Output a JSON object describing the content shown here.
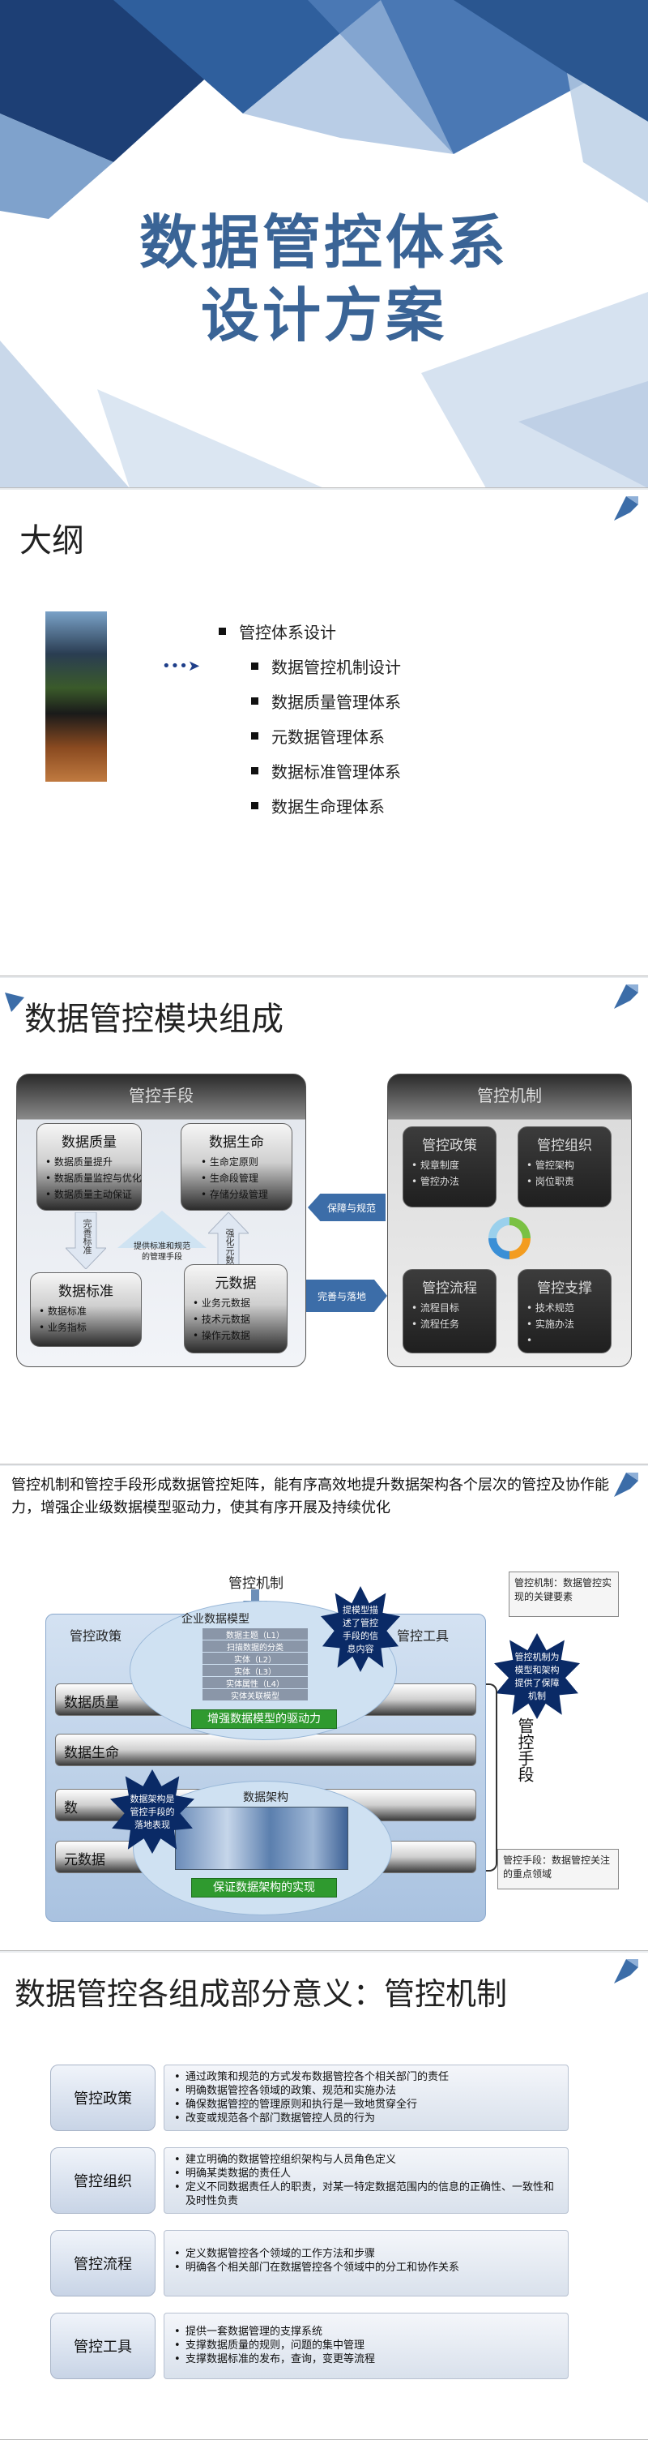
{
  "slide1": {
    "title_line1": "数据管控体系",
    "title_line2": "设计方案"
  },
  "slide2": {
    "title": "大纲",
    "items": [
      "管控体系设计",
      "数据管控机制设计",
      "数据质量管理体系",
      "元数据管理体系",
      "数据标准管理体系",
      "数据生命理体系"
    ]
  },
  "slide3": {
    "title": "数据管控模块组成",
    "left_panel": "管控手段",
    "right_panel": "管控机制",
    "quality": {
      "title": "数据质量",
      "items": [
        "数据质量提升",
        "数据质量监控与优化",
        "数据质量主动保证"
      ]
    },
    "lifecycle": {
      "title": "数据生命",
      "items": [
        "生命定原则",
        "生命段管理",
        "存储分级管理"
      ]
    },
    "standard": {
      "title": "数据标准",
      "items": [
        "数据标准",
        "业务指标"
      ]
    },
    "meta": {
      "title": "元数据",
      "items": [
        "业务元数据",
        "技术元数据",
        "操作元数据"
      ]
    },
    "arrow_improve": "完善标准",
    "arrow_provide": "提供标准和规范的管理手段",
    "arrow_strengthen": "强化元数据",
    "arrow_guarantee": "保障与规范",
    "arrow_complete": "完善与落地",
    "policy": {
      "title": "管控政策",
      "items": [
        "规章制度",
        "管控办法"
      ]
    },
    "org": {
      "title": "管控组织",
      "items": [
        "管控架构",
        "岗位职责"
      ]
    },
    "process": {
      "title": "管控流程",
      "items": [
        "流程目标",
        "流程任务"
      ]
    },
    "support": {
      "title": "管控支撑",
      "items": [
        "技术规范",
        "实施办法",
        ""
      ]
    }
  },
  "slide4": {
    "intro": "管控机制和管控手段形成数据管控矩阵，能有序高效地提升数据架构各个层次的管控及协作能力，增强企业级数据模型驱动力，使其有序开展及持续优化",
    "mechanism": "管控机制",
    "policy": "管控政策",
    "tools": "管控工具",
    "model_title": "企业数据模型",
    "model_layers": [
      "数据主题（L1）",
      "扫描数据的分类",
      "实体（L2）",
      "实体（L3）",
      "实体属性（L4）",
      "实体关联模型"
    ],
    "model_green": "增强数据模型的驱动力",
    "arch_title": "数据架构",
    "arch_green": "保证数据架构的实现",
    "bars": [
      "数据质量",
      "数据生命",
      "数",
      "元数据"
    ],
    "burst_model": "提模型描述了管控手段的信息内容",
    "burst_arch": "数据架构是管控手段的落地表现",
    "burst_mech": "管控机制为模型和架构提供了保障机制",
    "means_label": "管控手段",
    "note_top": "管控机制：数据管控实现的关键要素",
    "note_bottom": "管控手段：数据管控关注的重点领域"
  },
  "slide5": {
    "title": "数据管控各组成部分意义：管控机制",
    "rows": [
      {
        "label": "管控政策",
        "lines": [
          "通过政策和规范的方式发布数据管控各个相关部门的责任",
          "明确数据管控各领域的政策、规范和实施办法",
          "确保数据管控的管理原则和执行是一致地贯穿全行",
          "改变或规范各个部门数据管控人员的行为"
        ]
      },
      {
        "label": "管控组织",
        "lines": [
          "建立明确的数据管控组织架构与人员角色定义",
          "明确某类数据的责任人",
          "定义不同数据责任人的职责，对某一特定数据范围内的信息的正确性、一致性和及时性负责"
        ]
      },
      {
        "label": "管控流程",
        "lines": [
          "定义数据管控各个领域的工作方法和步骤",
          "明确各个相关部门在数据管控各个领域中的分工和协作关系"
        ]
      },
      {
        "label": "管控工具",
        "lines": [
          "提供一套数据管理的支撑系统",
          "支撑数据质量的规则，问题的集中管理",
          "支撑数据标准的发布，查询，变更等流程"
        ]
      }
    ]
  }
}
